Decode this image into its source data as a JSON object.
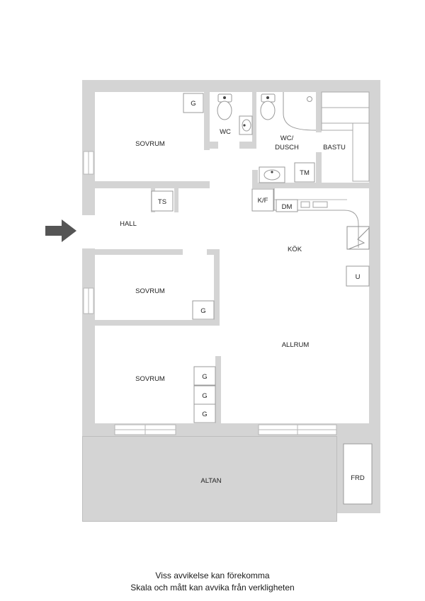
{
  "rooms": {
    "sovrum_top": "SOVRUM",
    "sovrum_mid": "SOVRUM",
    "sovrum_bottom": "SOVRUM",
    "wc": "WC",
    "wc_dusch_line1": "WC/",
    "wc_dusch_line2": "DUSCH",
    "bastu": "BASTU",
    "hall": "HALL",
    "kok": "KÖK",
    "allrum": "ALLRUM",
    "altan": "ALTAN",
    "frd": "FRD"
  },
  "fixtures": {
    "g": "G",
    "ts": "TS",
    "tm": "TM",
    "kf": "K/F",
    "dm": "DM",
    "u": "U"
  },
  "colors": {
    "wall": "#d4d4d4",
    "outline": "#9a9a9a",
    "arrow": "#555555",
    "text": "#222222"
  },
  "entrance_icon": "arrow-right-icon",
  "footnote": {
    "line1": "Viss avvikelse kan förekomma",
    "line2": "Skala och mått kan avvika från verkligheten"
  }
}
